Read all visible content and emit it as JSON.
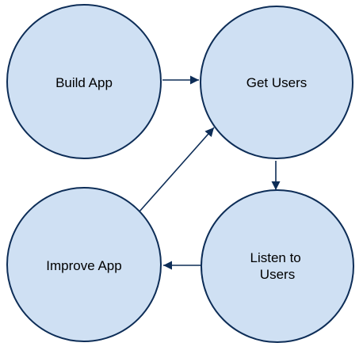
{
  "colors": {
    "node_fill": "#cfe0f3",
    "node_stroke": "#0d2d57",
    "arrow": "#0d2d57",
    "text": "#000000"
  },
  "nodes": [
    {
      "id": "build-app",
      "lines": [
        "Build App"
      ]
    },
    {
      "id": "get-users",
      "lines": [
        "Get Users"
      ]
    },
    {
      "id": "listen-to-users",
      "lines": [
        "Listen to",
        "Users"
      ]
    },
    {
      "id": "improve-app",
      "lines": [
        "Improve App"
      ]
    }
  ],
  "edges": [
    {
      "from": "build-app",
      "to": "get-users"
    },
    {
      "from": "get-users",
      "to": "listen-to-users"
    },
    {
      "from": "listen-to-users",
      "to": "improve-app"
    },
    {
      "from": "improve-app",
      "to": "get-users"
    }
  ]
}
